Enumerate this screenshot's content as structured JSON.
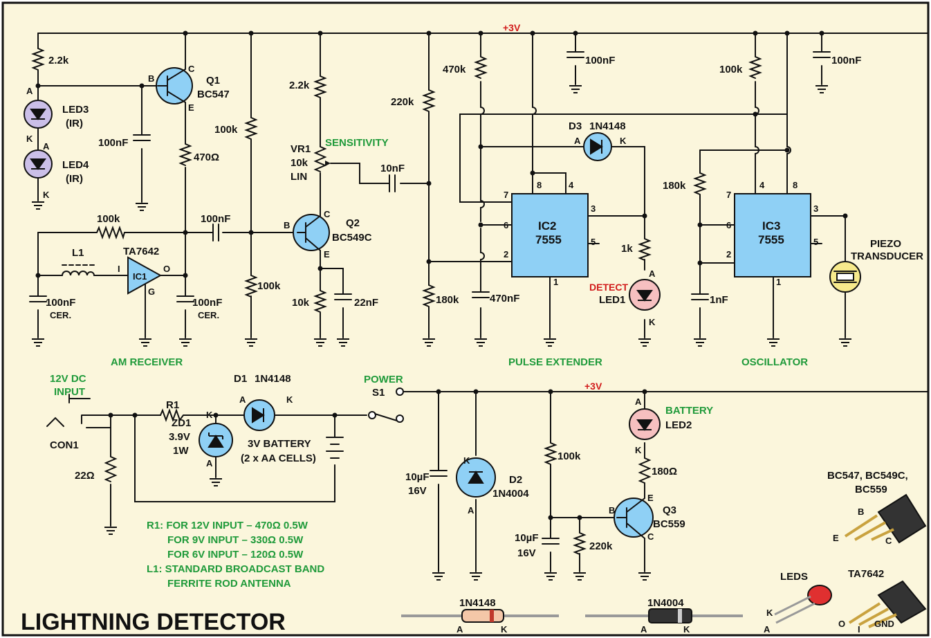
{
  "title": "LIGHTNING DETECTOR",
  "colors": {
    "background": "#fbf6dc",
    "border": "#111111",
    "ic_fill": "#8fd0f5",
    "transistor_fill": "#8fd0f5",
    "led_ir_fill": "#cbbfe8",
    "led_red_fill": "#f6c0c0",
    "piezo_fill": "#f7ea8c",
    "section_label": "#1f9a3a",
    "supply_label": "#d11a1a"
  },
  "supply": {
    "top": "+3V",
    "bottom": "+3V"
  },
  "sections": {
    "am_receiver": "AM RECEIVER",
    "pulse_extender": "PULSE EXTENDER",
    "oscillator": "OSCILLATOR"
  },
  "components": {
    "r_2k2_a": "2.2k",
    "q1_name": "Q1",
    "q1_type": "BC547",
    "led3_name": "LED3",
    "led3_type": "(IR)",
    "led4_name": "LED4",
    "led4_type": "(IR)",
    "c_100n_a": "100nF",
    "r_470_ohm": "470Ω",
    "r_100k_a": "100k",
    "c_100n_b": "100nF",
    "l1": "L1",
    "ic1_type": "TA7642",
    "ic1_name": "IC1",
    "c_100n_cer_a": "100nF",
    "cer_a": "CER.",
    "c_100n_cer_b": "100nF",
    "cer_b": "CER.",
    "r_2k2_b": "2.2k",
    "r_100k_b": "100k",
    "vr1_name": "VR1",
    "vr1_value": "10k",
    "vr1_type": "LIN",
    "sensitivity": "SENSITIVITY",
    "c_10n": "10nF",
    "q2_name": "Q2",
    "q2_type": "BC549C",
    "r_100k_c": "100k",
    "r_10k": "10k",
    "c_22n": "22nF",
    "r_220k_a": "220k",
    "r_180k_a": "180k",
    "r_470k": "470k",
    "c_470n": "470nF",
    "c_100n_c": "100nF",
    "ic2_name": "IC2",
    "ic2_type": "7555",
    "d3_name": "D3",
    "d3_type": "1N4148",
    "r_1k": "1k",
    "detect": "DETECT",
    "led1_name": "LED1",
    "r_100k_d": "100k",
    "c_100n_d": "100nF",
    "r_180k_b": "180k",
    "c_1n": "1nF",
    "ic3_name": "IC3",
    "ic3_type": "7555",
    "piezo_1": "PIEZO",
    "piezo_2": "TRANSDUCER"
  },
  "power": {
    "dc_input_1": "12V DC",
    "dc_input_2": "INPUT",
    "con1": "CON1",
    "r1": "R1",
    "r_22_ohm": "22Ω",
    "d1_name": "D1",
    "d1_type": "1N4148",
    "zd1_name": "ZD1",
    "zd1_voltage": "3.9V",
    "zd1_power": "1W",
    "battery_1": "3V BATTERY",
    "battery_2": "(2 x AA CELLS)",
    "power_label": "POWER",
    "s1": "S1",
    "c_10u_a": "10µF",
    "c_16v_a": "16V",
    "d2_name": "D2",
    "d2_type": "1N4004",
    "r_100k_e": "100k",
    "c_10u_b": "10µF",
    "c_16v_b": "16V",
    "r_220k_b": "220k",
    "battery_led": "BATTERY",
    "led2_name": "LED2",
    "r_180_ohm": "180Ω",
    "q3_name": "Q3",
    "q3_type": "BC559"
  },
  "notes": [
    "R1: FOR 12V INPUT – 470Ω 0.5W",
    "FOR 9V INPUT – 330Ω 0.5W",
    "FOR 6V INPUT – 120Ω 0.5W",
    "L1: STANDARD BROADCAST BAND",
    "FERRITE ROD ANTENNA"
  ],
  "pinouts": {
    "transistors": "BC547, BC549C,",
    "transistors_2": "BC559",
    "leds": "LEDS",
    "ta7642": "TA7642",
    "diode_1n4148": "1N4148",
    "diode_1n4004": "1N4004"
  },
  "pins": {
    "A": "A",
    "K": "K",
    "B": "B",
    "C": "C",
    "E": "E",
    "I": "I",
    "O": "O",
    "G": "G",
    "GND": "GND",
    "p1": "1",
    "p2": "2",
    "p3": "3",
    "p4": "4",
    "p5": "5",
    "p6": "6",
    "p7": "7",
    "p8": "8"
  }
}
